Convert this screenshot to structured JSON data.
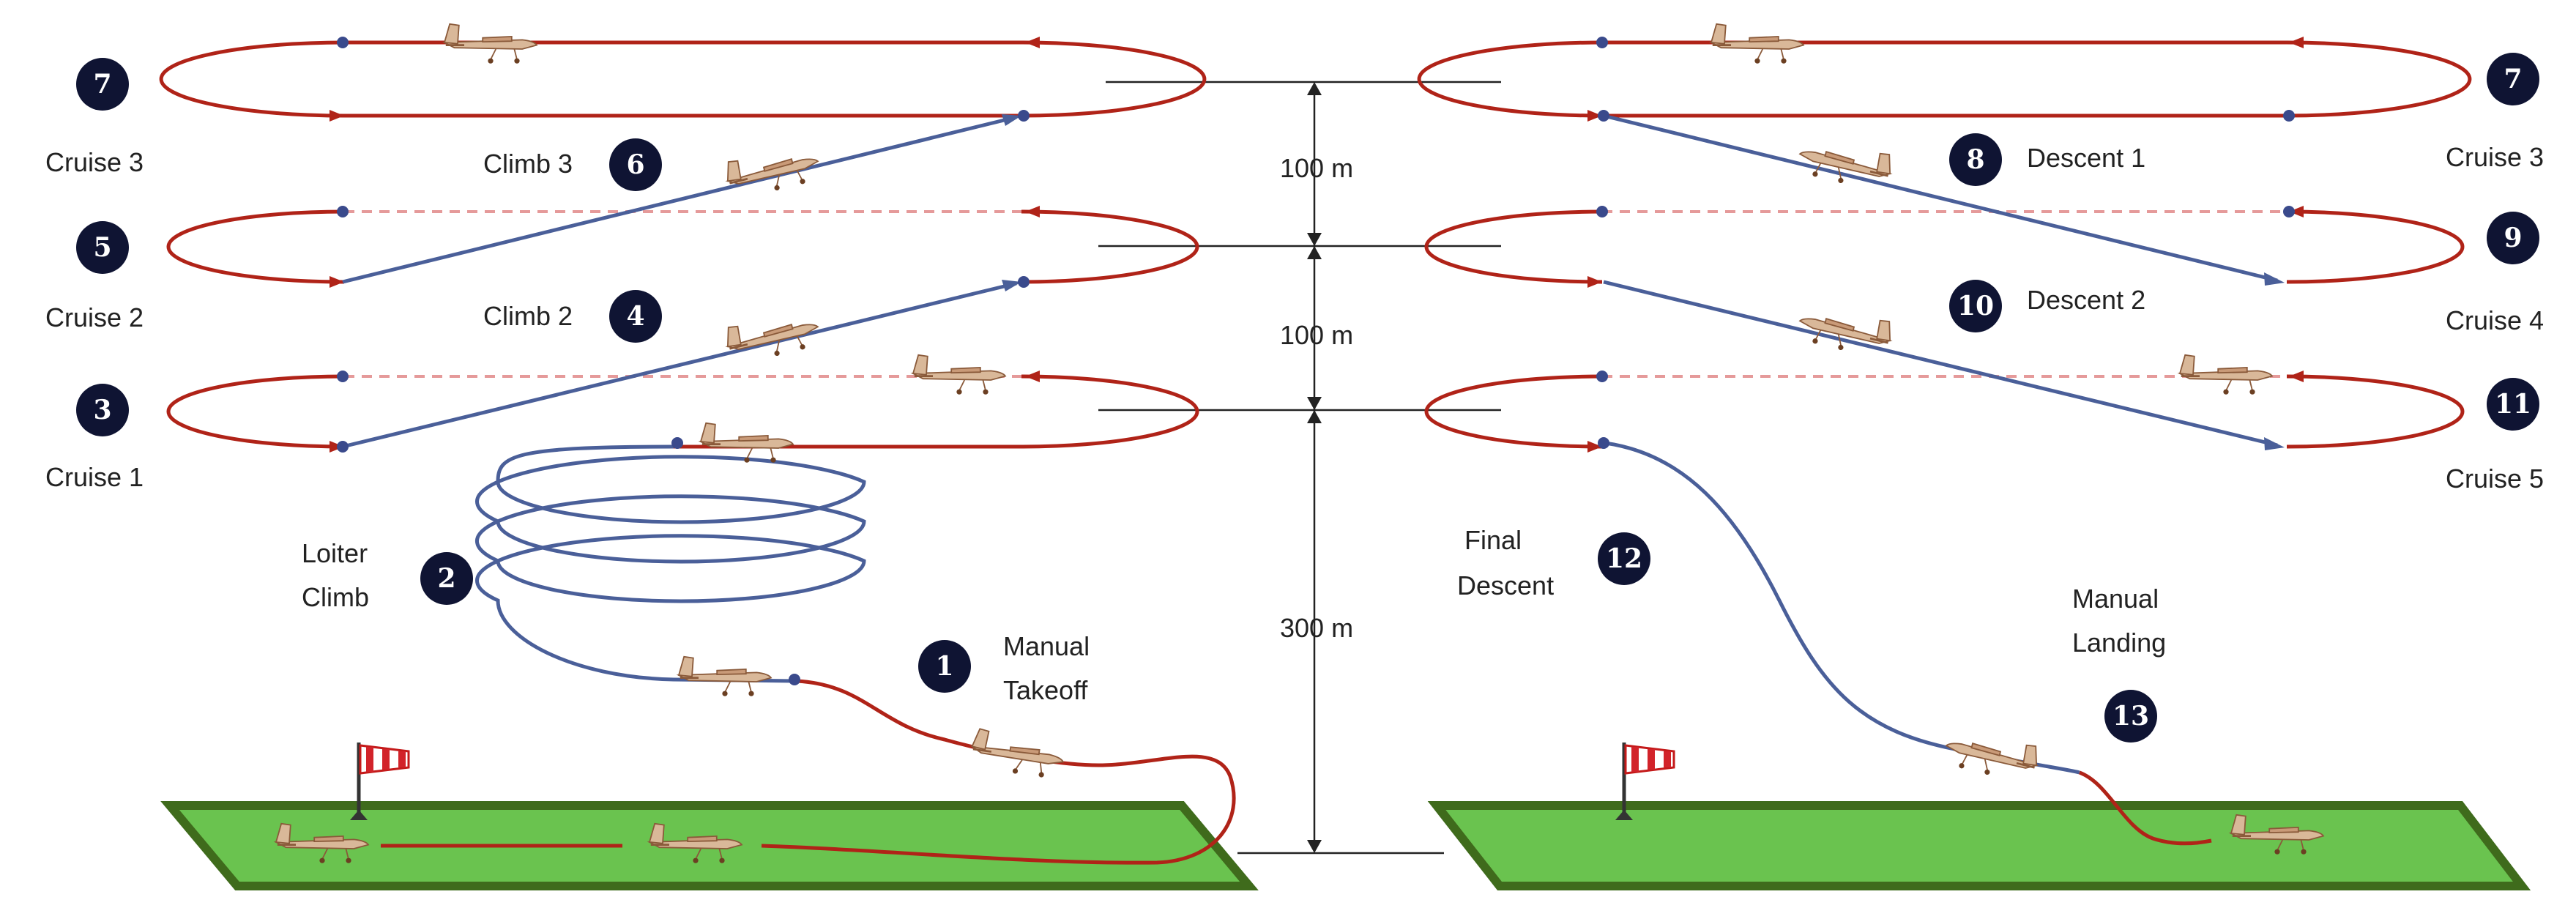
{
  "colors": {
    "cruise_path": "#b02318",
    "climb_path": "#4a5f99",
    "dashed_path": "#e59a9a",
    "runway_fill": "#6ac34f",
    "runway_border": "#3f6b1c",
    "badge": "#0f1433"
  },
  "phases": [
    {
      "number": "1",
      "label_lines": [
        "Manual",
        "Takeoff"
      ]
    },
    {
      "number": "2",
      "label_lines": [
        "Loiter",
        "Climb"
      ]
    },
    {
      "number": "3",
      "label_lines": [
        "Cruise 1"
      ]
    },
    {
      "number": "4",
      "label_lines": [
        "Climb 2"
      ]
    },
    {
      "number": "5",
      "label_lines": [
        "Cruise 2"
      ]
    },
    {
      "number": "6",
      "label_lines": [
        "Climb 3"
      ]
    },
    {
      "number": "7",
      "label_lines": [
        "Cruise 3"
      ]
    },
    {
      "number": "8",
      "label_lines": [
        "Descent 1"
      ]
    },
    {
      "number": "9",
      "label_lines": [
        "Cruise 4"
      ]
    },
    {
      "number": "10",
      "label_lines": [
        "Descent 2"
      ]
    },
    {
      "number": "11",
      "label_lines": [
        "Cruise 5"
      ]
    },
    {
      "number": "12",
      "label_lines": [
        "Final",
        "Descent"
      ]
    },
    {
      "number": "13",
      "label_lines": [
        "Manual",
        "Landing"
      ]
    }
  ],
  "altitude_labels": [
    "100 m",
    "100 m",
    "300 m"
  ],
  "icons": [
    "aircraft-icon",
    "windsock-icon",
    "runway"
  ]
}
